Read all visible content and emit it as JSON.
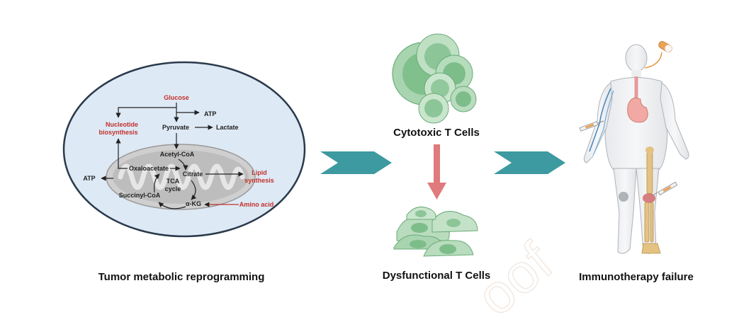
{
  "captions": {
    "left": "Tumor metabolic reprogramming",
    "middle_top": "Cytotoxic T Cells",
    "middle_bottom": "Dysfunctional T Cells",
    "right": "Immunotherapy failure"
  },
  "metabolism": {
    "glucose": "Glucose",
    "atp_top": "ATP",
    "pyruvate": "Pyruvate",
    "lactate": "Lactate",
    "nucleotide_line1": "Nucleotide",
    "nucleotide_line2": "biosynthesis",
    "acetyl_coa": "Acetyl-CoA",
    "oxaloacetate": "Oxaloacetate",
    "citrate": "Citrate",
    "tca_line1": "TCA",
    "tca_line2": "cycle",
    "atp_left": "ATP",
    "succinyl_coa": "Succinyl-CoA",
    "akg": "α-KG",
    "lipid_line1": "Lipid",
    "lipid_line2": "synthesis",
    "amino_acid": "Amino acid"
  },
  "watermark": "oof",
  "colors": {
    "red_label": "#c4302b",
    "chevron": "#3d9aa0",
    "down_arrow": "#e07a7c",
    "cell_fill": "#a9d4b0",
    "ellipse_fill": "#dde9f5",
    "ellipse_stroke": "#2a3a4c"
  },
  "icons": [
    "mitochondrion-icon",
    "t-cell-icon",
    "human-body-icon",
    "syringe-icon",
    "pill-icon",
    "stomach-icon",
    "skeleton-leg-icon"
  ]
}
